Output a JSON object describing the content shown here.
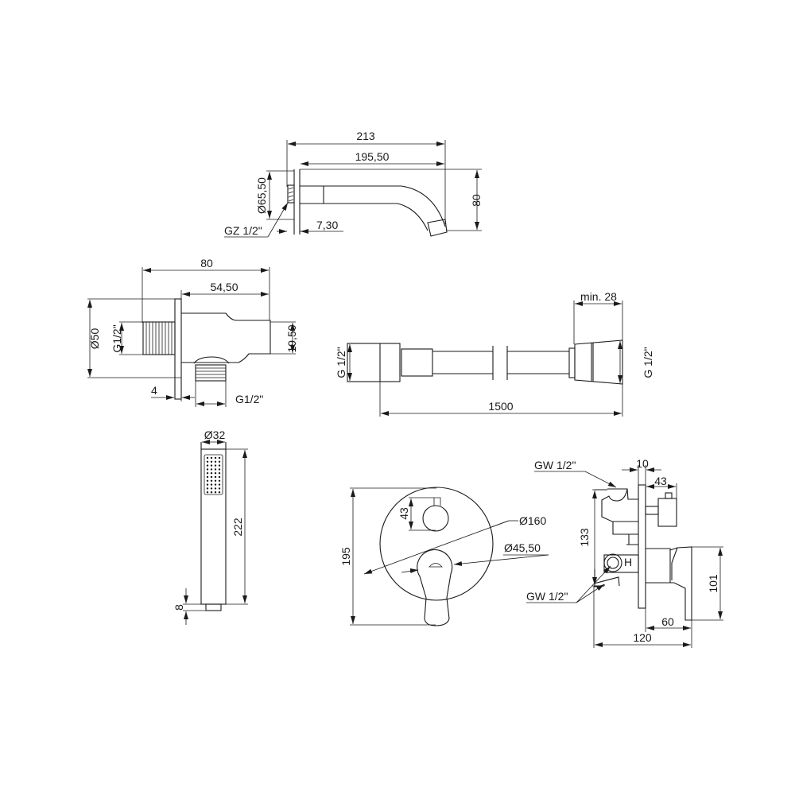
{
  "spout": {
    "dim_total_length": "213",
    "dim_spout_length": "195,50",
    "dim_height": "80",
    "dim_plate_diameter": "Ø65,50",
    "dim_plate_thickness": "7,30",
    "thread_label": "GZ 1/2\""
  },
  "wall_elbow": {
    "dim_total_length": "80",
    "dim_body_length": "54,50",
    "dim_plate_diameter": "Ø50",
    "thread_left": "G1/2\"",
    "dim_holder": "19,50",
    "dim_plate_thickness": "4",
    "thread_bottom": "G1/2\""
  },
  "hose": {
    "thread_left": "G 1/2\"",
    "thread_right": "G 1/2\"",
    "dim_length": "1500",
    "dim_cone": "min. 28"
  },
  "hand_shower": {
    "dim_diameter": "Ø32",
    "dim_length": "222",
    "dim_thread": "8"
  },
  "mixer_front": {
    "dim_height": "195",
    "dim_knob": "43",
    "dim_plate_diameter": "Ø160",
    "dim_handle_diameter": "Ø45,50"
  },
  "mixer_side": {
    "thread_top": "GW 1/2\"",
    "thread_bottom": "GW 1/2\"",
    "dim_plate": "10",
    "dim_knob": "43",
    "dim_body_height": "133",
    "dim_handle_height": "101",
    "dim_handle_depth": "60",
    "dim_total_depth": "120",
    "h_mark": "H"
  }
}
